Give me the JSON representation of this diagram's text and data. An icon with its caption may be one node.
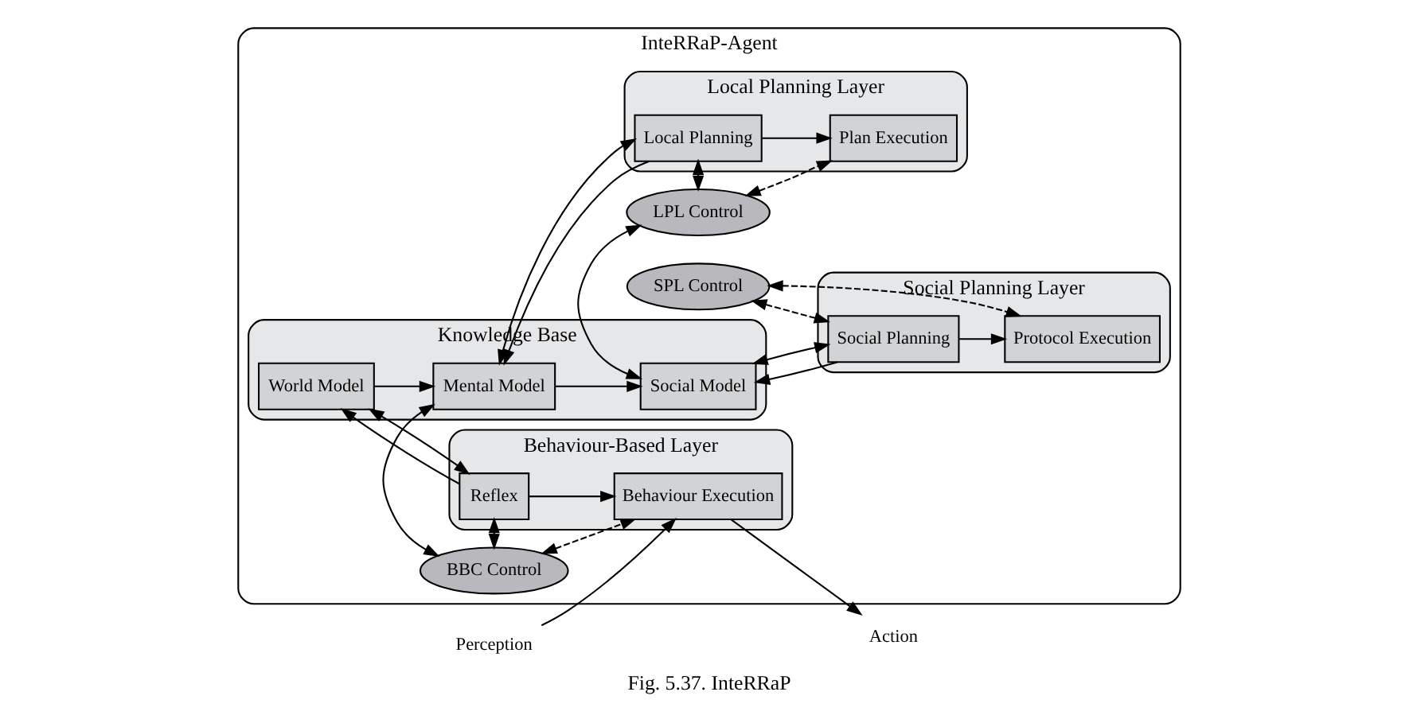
{
  "diagram": {
    "caption": "Fig. 5.37. InteRRaP",
    "nodes": [
      {
        "text": [
          "InteRRaP-Agent"
        ]
      },
      {
        "text": [
          "Knowledge Base"
        ],
        "in": 0
      },
      {
        "text": [
          "Social Model"
        ],
        "in": 1
      },
      {
        "text": [
          "SPL Control"
        ],
        "in": 0
      },
      {
        "text": [
          "Social Planning Layer"
        ],
        "in": 0
      },
      {
        "text": [
          "Social Planning"
        ],
        "in": 4
      },
      {
        "text": [
          "Protocol Execution"
        ],
        "in": 4
      },
      {
        "text": [
          "Mental Model"
        ],
        "in": 1
      },
      {
        "text": [
          "LPL Control"
        ],
        "in": 0
      },
      {
        "text": [
          "Local Planning Layer"
        ],
        "in": 0
      },
      {
        "text": [
          "Local Planning"
        ],
        "in": 9
      },
      {
        "text": [
          "Plan Execution"
        ],
        "in": 9
      },
      {
        "text": [
          "World Model"
        ],
        "in": 1
      },
      {
        "text": [
          "BBC Control"
        ],
        "in": 0
      },
      {
        "text": [
          "Behaviour-Based Layer"
        ],
        "in": 0
      },
      {
        "text": [
          "Reflex"
        ],
        "in": 14
      },
      {
        "text": [
          "Behaviour Execution"
        ],
        "in": 14
      },
      {
        "text": [
          "Perception"
        ]
      },
      {
        "text": [
          "Action"
        ]
      }
    ],
    "edges": [
      {
        "from": 5,
        "to": 2,
        "arrow": "to"
      },
      {
        "from": 2,
        "to": 5,
        "arrow": "both"
      },
      {
        "from": 2,
        "to": 8,
        "arrow": "both"
      },
      {
        "from": 3,
        "to": 5,
        "arrow": "both",
        "style": "dashed"
      },
      {
        "from": 3,
        "to": 6,
        "arrow": "both",
        "style": "dashed"
      },
      {
        "from": 5,
        "to": 6,
        "arrow": "to"
      },
      {
        "from": 7,
        "to": 2,
        "arrow": "to"
      },
      {
        "from": 10,
        "to": 7,
        "arrow": "to"
      },
      {
        "from": 7,
        "to": 10,
        "arrow": "both"
      },
      {
        "from": 7,
        "to": 13,
        "arrow": "both"
      },
      {
        "from": 8,
        "to": 10,
        "arrow": "both",
        "style": "dashed"
      },
      {
        "from": 8,
        "to": 11,
        "arrow": "both",
        "style": "dashed"
      },
      {
        "from": 10,
        "to": 11,
        "arrow": "to"
      },
      {
        "from": 12,
        "to": 7,
        "arrow": "to"
      },
      {
        "from": 15,
        "to": 12,
        "arrow": "to"
      },
      {
        "from": 12,
        "to": 15,
        "arrow": "both"
      },
      {
        "from": 13,
        "to": 15,
        "arrow": "both",
        "style": "dashed"
      },
      {
        "from": 13,
        "to": 16,
        "arrow": "both",
        "style": "dashed"
      },
      {
        "from": 15,
        "to": 16,
        "arrow": "to"
      },
      {
        "from": 17,
        "to": 16,
        "arrow": "to"
      },
      {
        "from": 16,
        "to": 18,
        "arrow": "to"
      }
    ]
  }
}
